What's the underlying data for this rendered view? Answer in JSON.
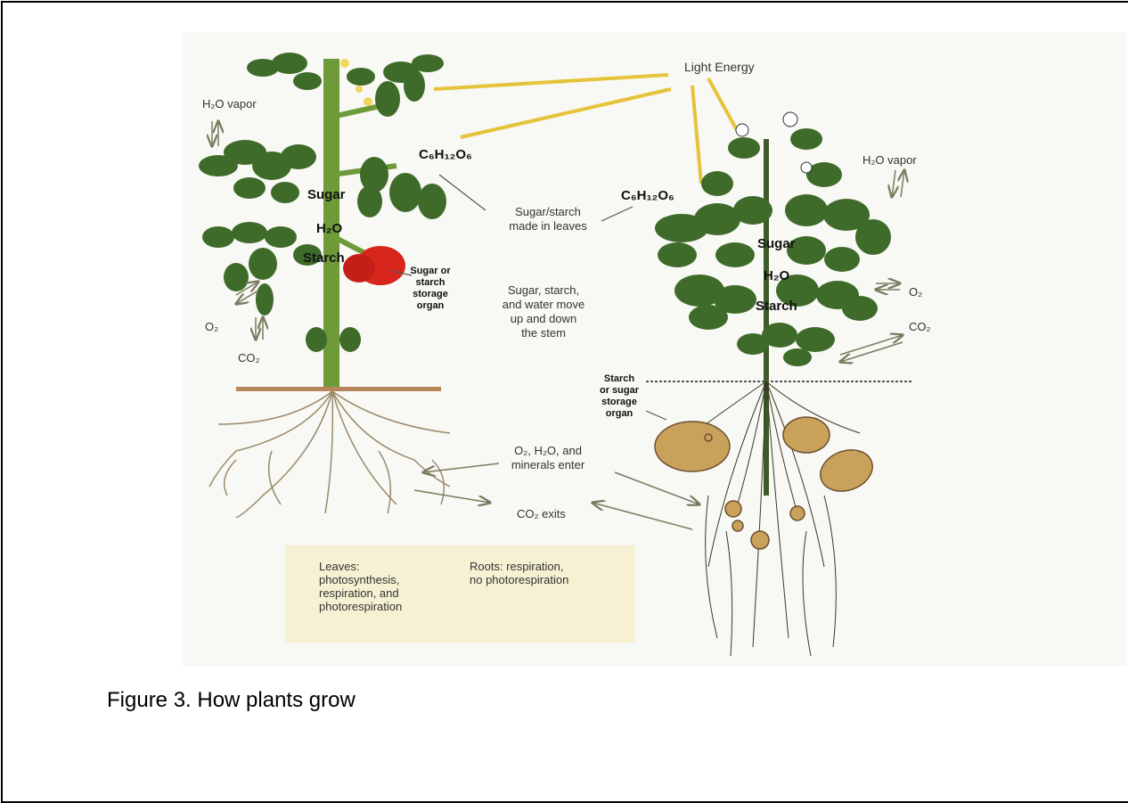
{
  "figure": {
    "caption": "Figure 3. How plants grow"
  },
  "labels": {
    "light_energy": "Light Energy",
    "h2o_vapor_left": "H₂O vapor",
    "h2o_vapor_right": "H₂O vapor",
    "glucose_left": "C₆H₁₂O₆",
    "glucose_right": "C₆H₁₂O₆",
    "sugar_left": "Sugar",
    "water_left": "H₂O",
    "starch_left": "Starch",
    "sugar_right": "Sugar",
    "water_right": "H₂O",
    "starch_right": "Starch",
    "sugar_starch_made": "Sugar/starch\nmade in leaves",
    "storage_left": "Sugar or\nstarch\nstorage\norgan",
    "move_stem": "Sugar, starch,\nand water move\nup and down\nthe stem",
    "o2_left": "O₂",
    "co2_left": "CO₂",
    "o2_right": "O₂",
    "co2_right": "CO₂",
    "storage_right": "Starch\nor sugar\nstorage\norgan",
    "enter": "O₂, H₂O, and\nminerals enter",
    "co2_exits": "CO₂ exits"
  },
  "notes": {
    "leaves": "Leaves:\nphotosynthesis,\nrespiration, and\nphotorespiration",
    "roots": "Roots: respiration,\nno photorespiration"
  },
  "colors": {
    "light_ray": "#e6c33a",
    "leaf": "#3f6b2a",
    "stem": "#6f9a3a",
    "tomato": "#d8261c",
    "tuber": "#c9a15a",
    "root": "#9b8a6a",
    "note_bg": "#f5f1d2"
  }
}
